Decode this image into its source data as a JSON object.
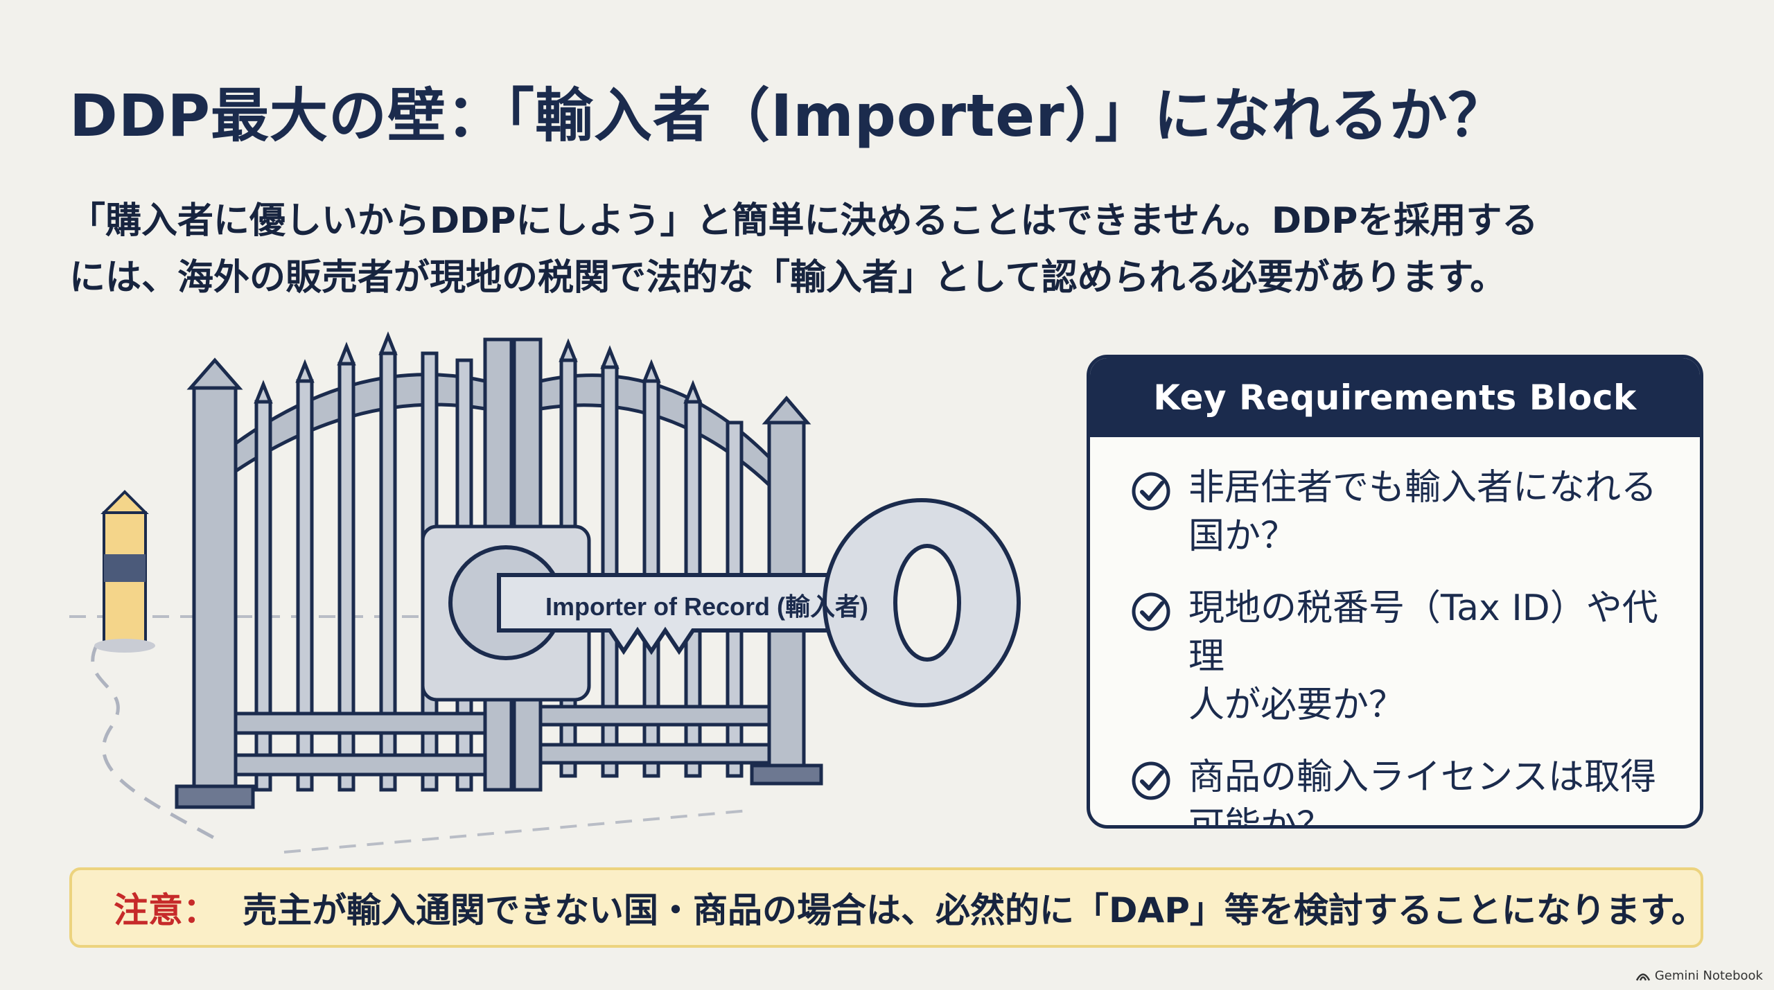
{
  "title": "DDP最大の壁：「輸入者（Importer）」になれるか？",
  "lead": {
    "line1": "「購入者に優しいからDDPにしよう」と簡単に決めることはできません。DDPを採用する",
    "line2": "には、海外の販売者が現地の税関で法的な「輸入者」として認められる必要があります。"
  },
  "illustration": {
    "key_label": "Importer of Record (輸入者)",
    "icons": [
      "gate-icon",
      "key-icon",
      "lock-icon",
      "bollard-icon"
    ]
  },
  "requirements": {
    "header": "Key Requirements Block",
    "items": [
      {
        "line1": "非居住者でも輸入者になれる",
        "line2": "国か？"
      },
      {
        "line1": "現地の税番号（Tax ID）や代理",
        "line2": "人が必要か？"
      },
      {
        "line1": "商品の輸入ライセンスは取得",
        "line2": "可能か？"
      }
    ]
  },
  "warning": {
    "label": "注意：",
    "text": "売主が輸入通関できない国・商品の場合は、必然的に「DAP」等を検討することになります。"
  },
  "footer": {
    "brand": "Gemini Notebook"
  },
  "colors": {
    "background": "#f2f1ec",
    "navy": "#1b2b4d",
    "warning_bg": "#fbefc7",
    "warning_border": "#ecd37e",
    "warning_red": "#c62a2a"
  }
}
